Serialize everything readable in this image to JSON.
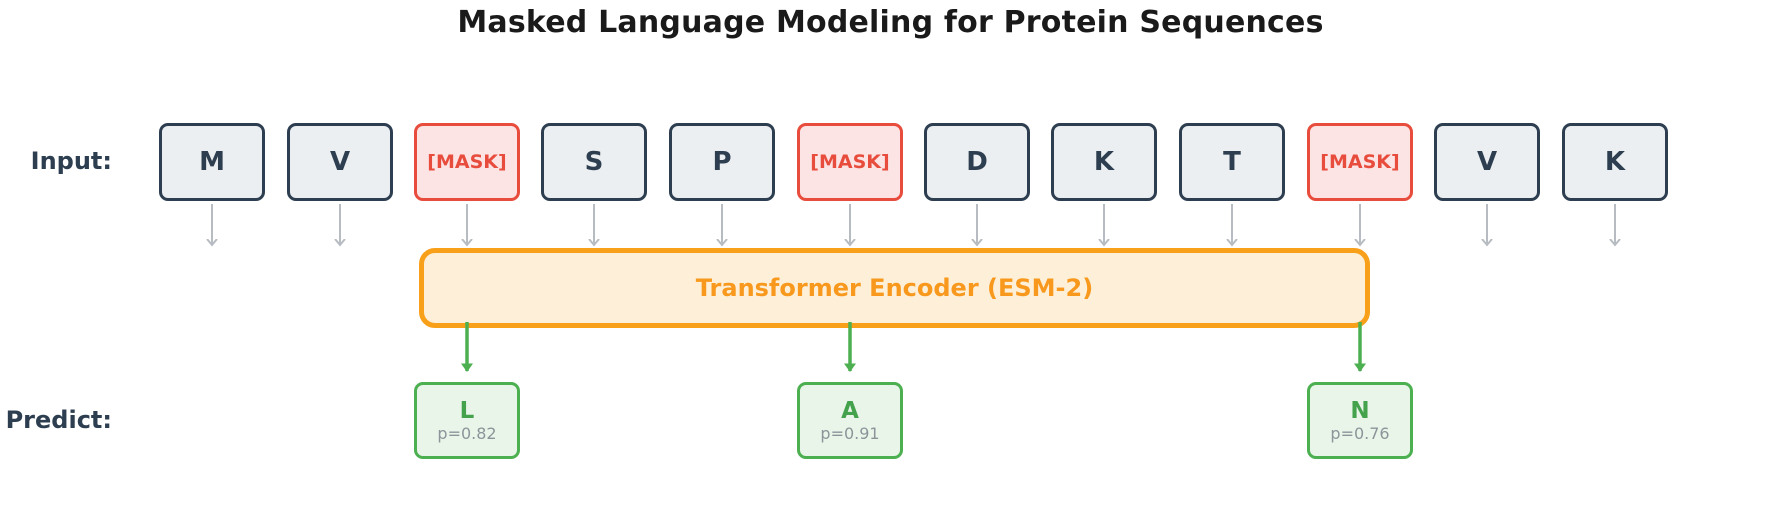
{
  "title": "Masked Language Modeling for Protein Sequences",
  "input": {
    "label": "Input:",
    "tokens": [
      {
        "label": "M",
        "masked": false
      },
      {
        "label": "V",
        "masked": false
      },
      {
        "label": "[MASK]",
        "masked": true
      },
      {
        "label": "S",
        "masked": false
      },
      {
        "label": "P",
        "masked": false
      },
      {
        "label": "[MASK]",
        "masked": true
      },
      {
        "label": "D",
        "masked": false
      },
      {
        "label": "K",
        "masked": false
      },
      {
        "label": "T",
        "masked": false
      },
      {
        "label": "[MASK]",
        "masked": true
      },
      {
        "label": "V",
        "masked": false
      },
      {
        "label": "K",
        "masked": false
      }
    ]
  },
  "encoder": {
    "label": "Transformer Encoder (ESM-2)"
  },
  "predict": {
    "label": "Predict:",
    "items": [
      {
        "letter": "L",
        "prob": "p=0.82"
      },
      {
        "letter": "A",
        "prob": "p=0.91"
      },
      {
        "letter": "N",
        "prob": "p=0.76"
      }
    ]
  },
  "colors": {
    "title_text": "#1a1a1a",
    "row_label_text": "#2c3e50",
    "token_border": "#2d3e50",
    "token_fill": "#eceff1",
    "mask_border": "#e74c3c",
    "mask_fill": "#fce3e4",
    "mask_text": "#e74c3c",
    "encoder_border": "#f9a01b",
    "encoder_fill": "#fdefd8",
    "encoder_text": "#f8991d",
    "predict_border": "#4caf50",
    "predict_fill": "#eaf5ea",
    "predict_letter": "#44a24c",
    "prob_text": "#8c9499",
    "input_arrow": "#b6bcc1",
    "predict_arrow": "#4caf50"
  }
}
